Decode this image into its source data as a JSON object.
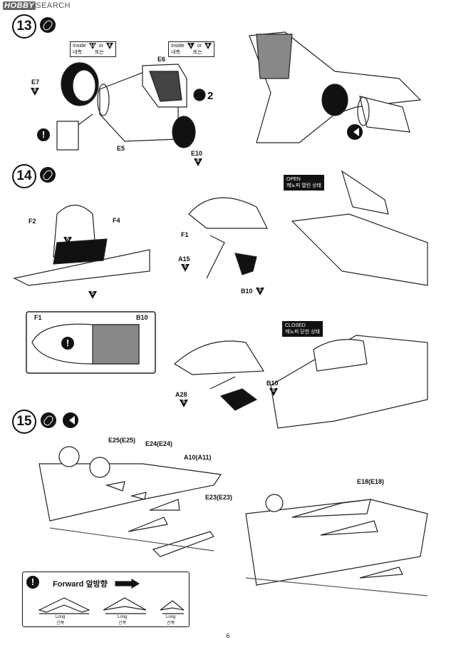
{
  "logo": {
    "brand": "HOBBY",
    "text": "SEARCH"
  },
  "page_number": "6",
  "steps": {
    "s13": "13",
    "s14": "14",
    "s15": "15",
    "cement_count": "2"
  },
  "callouts": {
    "inside_label": "Inside",
    "inside_kr": "내측",
    "or_label": "or",
    "or_kr": "또는",
    "num_a": "12",
    "num_b": "8",
    "num_c": "1",
    "num_d": "8"
  },
  "parts": {
    "E7": "E7",
    "E7n": "8",
    "E6": "E6",
    "E5": "E5",
    "E10": "E10",
    "E10n": "8",
    "F2": "F2",
    "F4": "F4",
    "F4n": "5",
    "F2n": "5",
    "F1": "F1",
    "A15": "A15",
    "A15n": "5",
    "B10": "B10",
    "B10n": "5",
    "F1b": "F1",
    "B10b": "B10",
    "A28": "A28",
    "A28n": "5",
    "B10c": "B10",
    "B10cn": "5",
    "E25": "E25(E25)",
    "E24": "E24(E24)",
    "A10": "A10(A11)",
    "E23": "E23(E23)",
    "E18": "E18(E18)"
  },
  "states": {
    "open": "OPEN",
    "open_kr": "캐노피 열린 상태",
    "closed": "CLOSED",
    "closed_kr": "캐노피 닫힌 상태"
  },
  "forward": {
    "label": "Forward",
    "kr": "앞방향",
    "long": "Long",
    "long_kr": "긴쪽"
  }
}
